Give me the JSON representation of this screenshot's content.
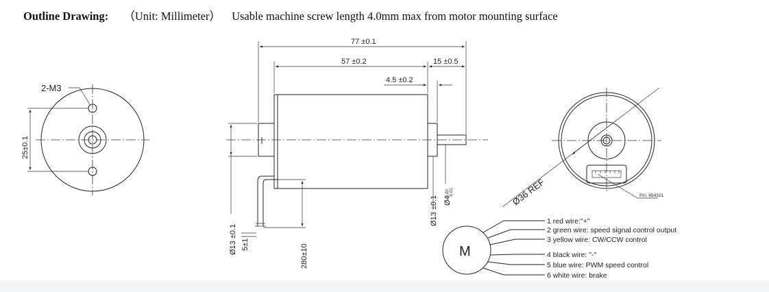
{
  "header": {
    "label": "Outline Drawing:",
    "unit": "（Unit: Millimeter）",
    "note": "Usable machine screw length 4.0mm max from motor mounting surface"
  },
  "left_view": {
    "hole_label": "2-M3",
    "dim_vertical": "25±0.1"
  },
  "side_view": {
    "dim_total": "77 ±0.1",
    "dim_body": "57 ±0.2",
    "dim_shaft": "15 ±0.5",
    "dim_flange": "4.5 ±0.2",
    "dim_boss_left": "Ø13 ±0.1",
    "dim_boss_right": "Ø13 ±0.1",
    "dim_shaft_dia": "Ø4",
    "dim_shaft_tol_upper": "0.00",
    "dim_shaft_tol_lower": "-0.01",
    "dim_wire_offset": "5±1",
    "dim_lead_length": "280±10"
  },
  "right_view": {
    "dim_diameter": "Ø36 REF",
    "connector_part": "P/n: 654321"
  },
  "wiring": {
    "motor_symbol": "M",
    "wires": [
      "1 red wire:\"+\"",
      "2 green wire: speed signal control output",
      "3 yellow wire: CW/CCW control",
      "4 black wire: \"-\"",
      "5 blue wire: PWM speed control",
      "6 white wire: brake"
    ]
  }
}
